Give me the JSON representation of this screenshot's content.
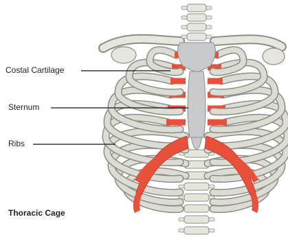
{
  "figure": {
    "caption": "Thoracic Cage",
    "labels": {
      "costal_cartilage": "Costal Cartilage",
      "sternum": "Sternum",
      "ribs": "Ribs"
    }
  },
  "colors": {
    "bone": "#dcdcd4",
    "bone_outline": "#8c8c84",
    "cartilage": "#e8503a",
    "sternum": "#c8cacc",
    "leader_line": "#111111"
  }
}
